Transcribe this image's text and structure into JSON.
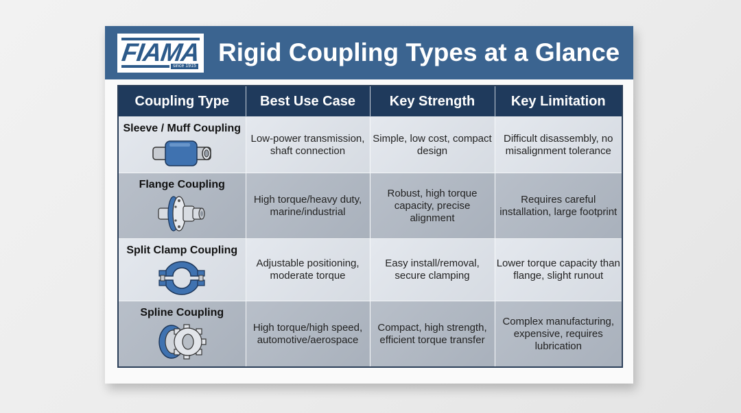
{
  "header": {
    "logo": {
      "brand": "FIAMA",
      "tagline": "since 1915"
    },
    "title": "Rigid Coupling Types at a Glance",
    "bg_color": "#3b6490"
  },
  "table": {
    "columns": [
      "Coupling Type",
      "Best Use Case",
      "Key Strength",
      "Key Limitation"
    ],
    "rows": [
      {
        "type": "Sleeve / Muff Coupling",
        "icon": "sleeve-coupling-icon",
        "use_case": "Low-power transmission, shaft connection",
        "strength": "Simple, low cost, compact design",
        "limitation": "Difficult disassembly, no misalignment tolerance"
      },
      {
        "type": "Flange Coupling",
        "icon": "flange-coupling-icon",
        "use_case": "High torque/heavy duty, marine/industrial",
        "strength": "Robust, high torque capacity, precise alignment",
        "limitation": "Requires careful installation, large footprint"
      },
      {
        "type": "Split Clamp Coupling",
        "icon": "split-clamp-coupling-icon",
        "use_case": "Adjustable positioning, moderate torque",
        "strength": "Easy install/removal, secure clamping",
        "limitation": "Lower torque capacity than flange, slight runout"
      },
      {
        "type": "Spline Coupling",
        "icon": "spline-coupling-icon",
        "use_case": "High torque/high speed, automotive/aerospace",
        "strength": "Compact, high strength, efficient torque transfer",
        "limitation": "Complex manufacturing, expensive, requires lubrication"
      }
    ],
    "header_color": "#1f3a5c"
  }
}
